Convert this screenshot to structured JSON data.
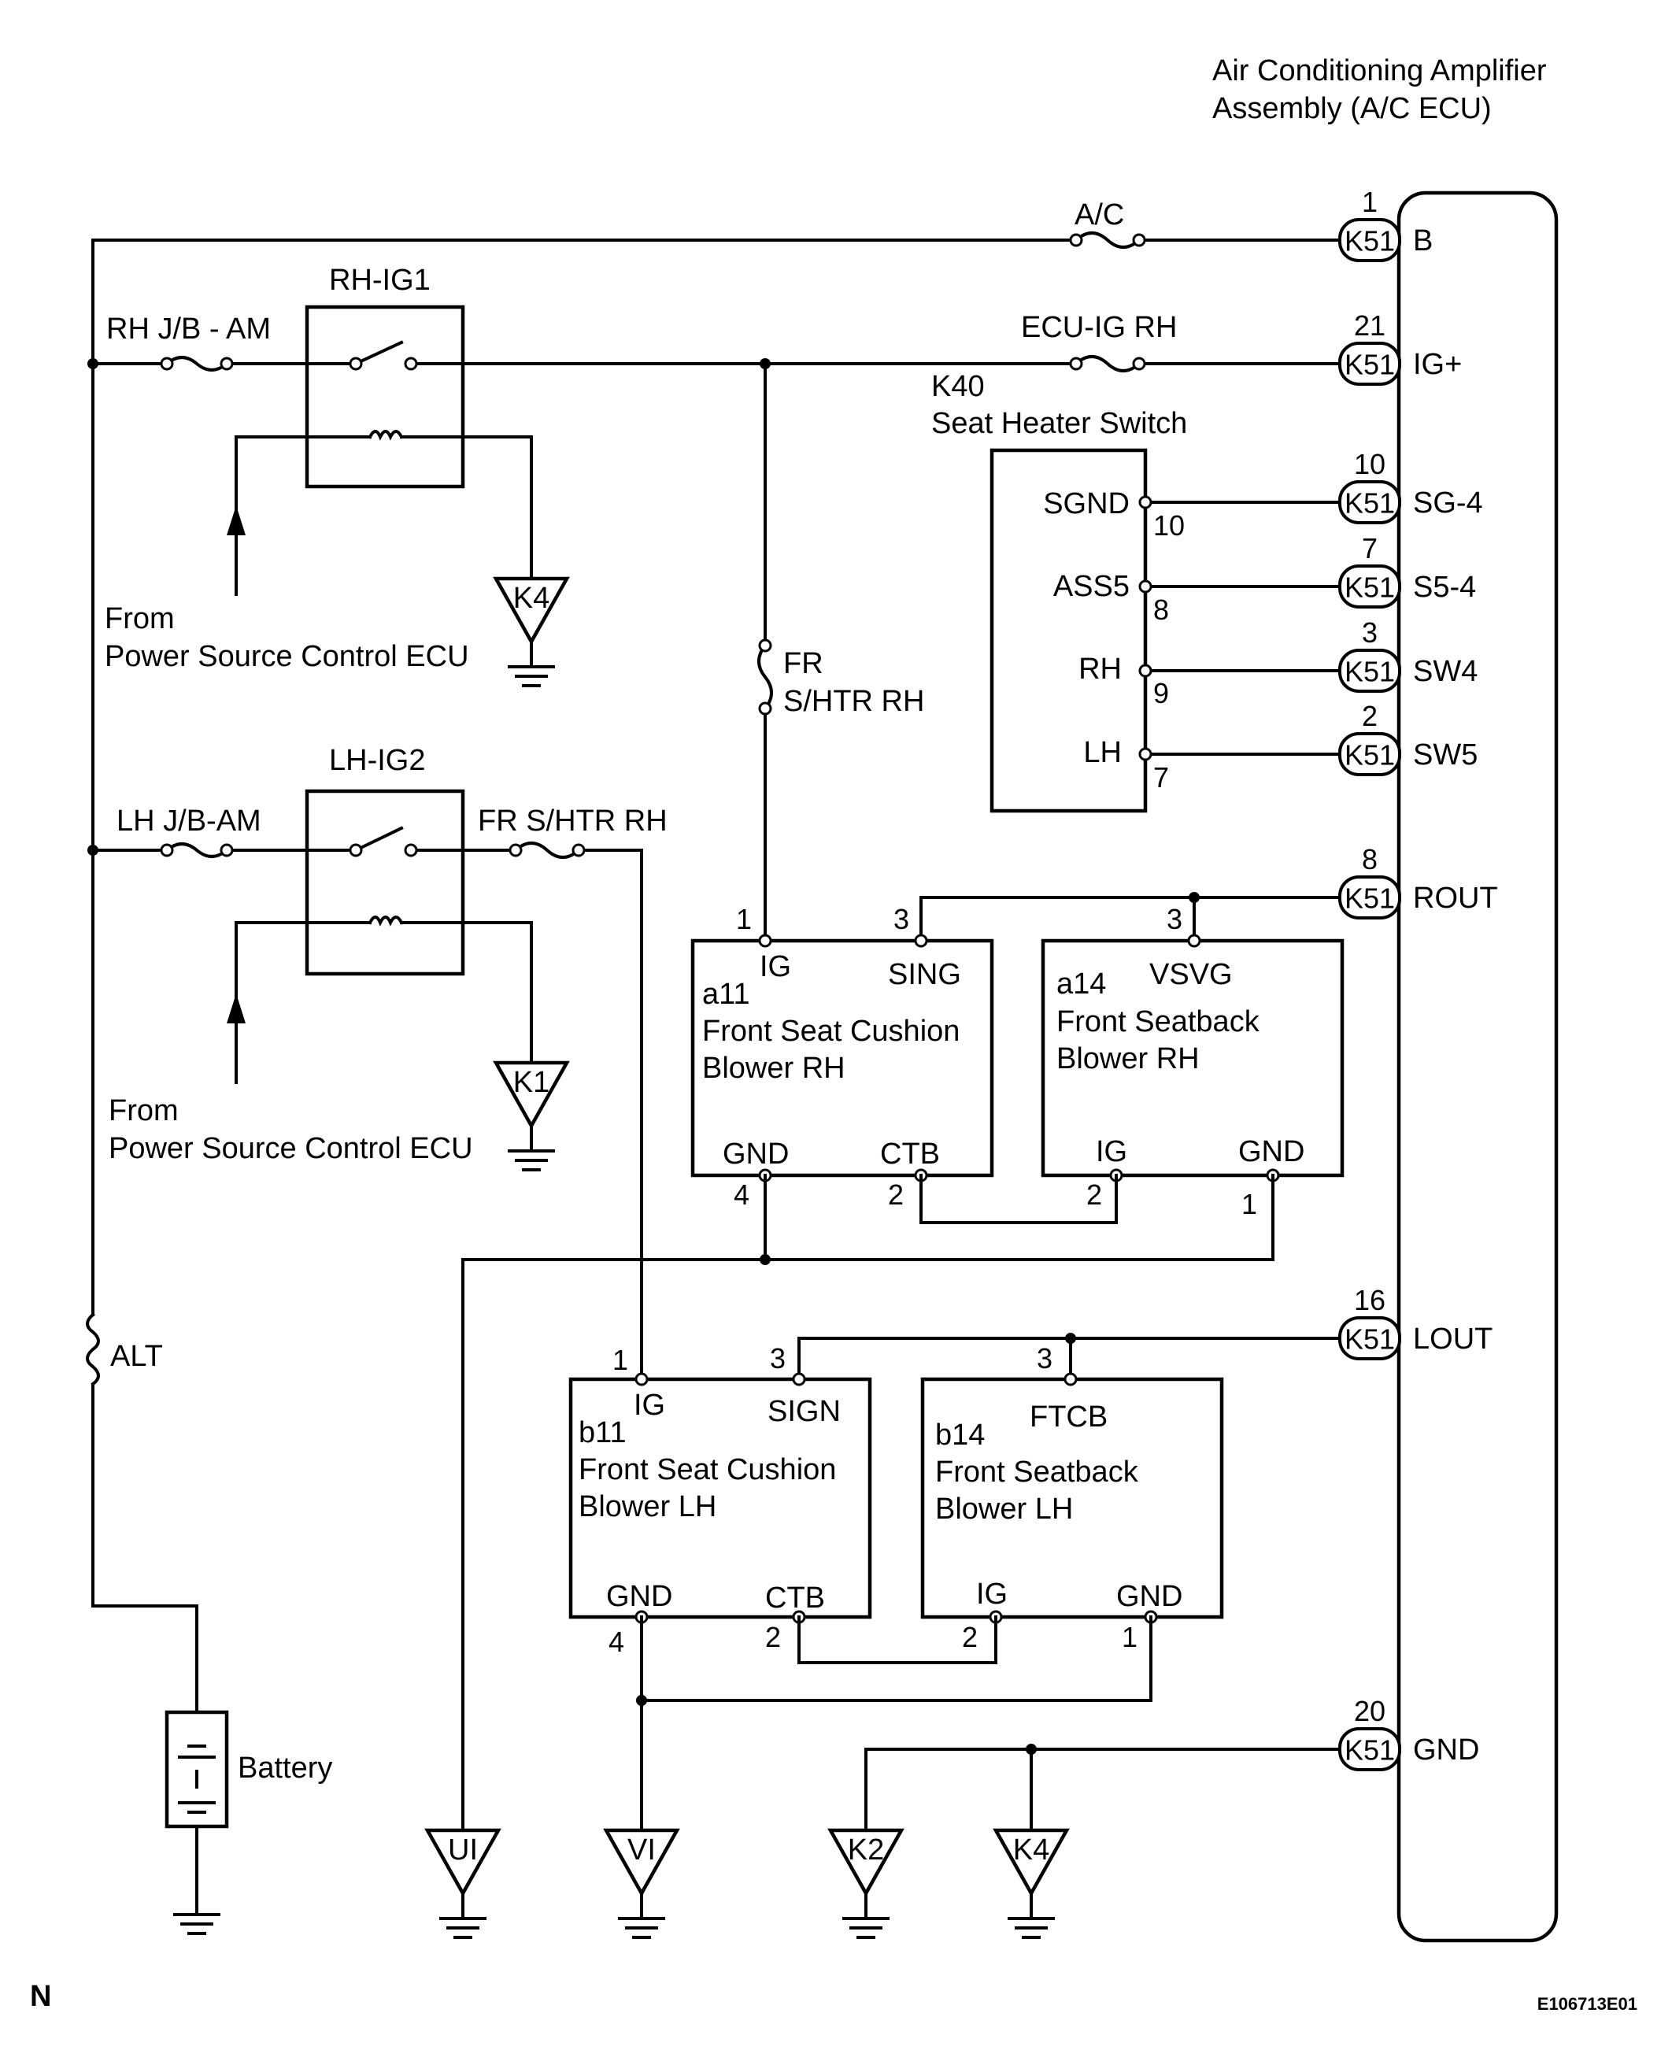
{
  "ecu": {
    "title_line1": "Air Conditioning Amplifier",
    "title_line2": "Assembly (A/C ECU)"
  },
  "ecu_pins": [
    {
      "connector": "K51",
      "pin": "1",
      "name": "B"
    },
    {
      "connector": "K51",
      "pin": "21",
      "name": "IG+"
    },
    {
      "connector": "K51",
      "pin": "10",
      "name": "SG-4"
    },
    {
      "connector": "K51",
      "pin": "7",
      "name": "S5-4"
    },
    {
      "connector": "K51",
      "pin": "3",
      "name": "SW4"
    },
    {
      "connector": "K51",
      "pin": "2",
      "name": "SW5"
    },
    {
      "connector": "K51",
      "pin": "8",
      "name": "ROUT"
    },
    {
      "connector": "K51",
      "pin": "16",
      "name": "LOUT"
    },
    {
      "connector": "K51",
      "pin": "20",
      "name": "GND"
    }
  ],
  "fuses": {
    "ac": "A/C",
    "ecu_ig_rh": "ECU-IG RH",
    "rh_jb_am": "RH J/B - AM",
    "lh_jb_am": "LH J/B-AM",
    "fr_shtr_rh_top_1": "FR",
    "fr_shtr_rh_top_2": "S/HTR RH",
    "fr_shtr_rh_lh": "FR S/HTR RH",
    "alt": "ALT"
  },
  "relays": {
    "rh": {
      "name": "RH-IG1",
      "ground": "K4",
      "from_1": "From",
      "from_2": "Power Source Control ECU"
    },
    "lh": {
      "name": "LH-IG2",
      "ground": "K1",
      "from_1": "From",
      "from_2": "Power Source Control ECU"
    }
  },
  "switch": {
    "code": "K40",
    "name": "Seat Heater Switch",
    "terminals": [
      {
        "name": "SGND",
        "pin": "10"
      },
      {
        "name": "ASS5",
        "pin": "8"
      },
      {
        "name": "RH",
        "pin": "9"
      },
      {
        "name": "LH",
        "pin": "7"
      }
    ]
  },
  "blowers": {
    "a11": {
      "code": "a11",
      "line1": "Front Seat Cushion",
      "line2": "Blower RH",
      "t1": "IG",
      "p1": "1",
      "t2": "SING",
      "p2": "3",
      "t3": "GND",
      "p3": "4",
      "t4": "CTB",
      "p4": "2"
    },
    "a14": {
      "code": "a14",
      "line1": "Front Seatback",
      "line2": "Blower RH",
      "t1": "VSVG",
      "p1": "3",
      "t3": "IG",
      "p3": "2",
      "t4": "GND",
      "p4": "1"
    },
    "b11": {
      "code": "b11",
      "line1": "Front Seat Cushion",
      "line2": "Blower LH",
      "t1": "IG",
      "p1": "1",
      "t2": "SIGN",
      "p2": "3",
      "t3": "GND",
      "p3": "4",
      "t4": "CTB",
      "p4": "2"
    },
    "b14": {
      "code": "b14",
      "line1": "Front Seatback",
      "line2": "Blower LH",
      "t1": "FTCB",
      "p1": "3",
      "t3": "IG",
      "p3": "2",
      "t4": "GND",
      "p4": "1"
    }
  },
  "grounds": {
    "ui": "UI",
    "vi": "VI",
    "k2": "K2",
    "k4": "K4"
  },
  "battery": "Battery",
  "corner_letter": "N",
  "figure_code": "E106713E01"
}
